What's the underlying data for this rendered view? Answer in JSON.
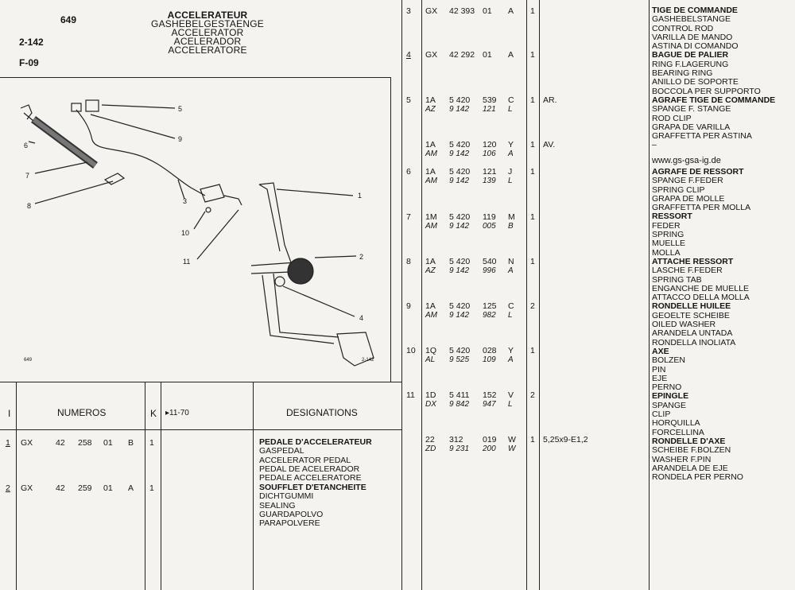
{
  "header": {
    "plate": "649",
    "group": "2-142",
    "ref": "F-09",
    "titles": [
      "ACCELERATEUR",
      "GASHEBELGESTAENGE",
      "ACCELERATOR",
      "ACELERADOR",
      "ACCELERATORE"
    ]
  },
  "diagram": {
    "callouts": [
      "1",
      "2",
      "3",
      "4",
      "5",
      "6",
      "7",
      "8",
      "9",
      "10",
      "11"
    ],
    "corner_left": "649",
    "corner_right": "2-142"
  },
  "table_header": {
    "col_i": "I",
    "col_numeros": "NUMEROS",
    "col_k": "K",
    "col_date": "▸11-70",
    "col_designations": "DESIGNATIONS"
  },
  "left_rows": [
    {
      "item": "1",
      "pref": "GX",
      "n1": "42",
      "n2": "258",
      "n3": "01",
      "letter": "B",
      "qty": "1",
      "desc": [
        "PEDALE D'ACCELERATEUR",
        "GASPEDAL",
        "ACCELERATOR PEDAL",
        "PEDAL DE ACELERADOR",
        "PEDALE ACCELERATORE"
      ]
    },
    {
      "item": "2",
      "pref": "GX",
      "n1": "42",
      "n2": "259",
      "n3": "01",
      "letter": "A",
      "qty": "1",
      "desc": [
        "SOUFFLET D'ETANCHEITE",
        "DICHTGUMMI",
        "SEALING",
        "GUARDAPOLVO",
        "PARAPOLVERE"
      ]
    }
  ],
  "right_rows": [
    {
      "item": "3",
      "a1": "GX",
      "a2": "",
      "n1": "42 393",
      "n1b": "",
      "n2": "01",
      "n2b": "",
      "l1": "A",
      "l2": "",
      "qty": "1",
      "note": ""
    },
    {
      "item": "4",
      "a1": "GX",
      "a2": "",
      "n1": "42 292",
      "n1b": "",
      "n2": "01",
      "n2b": "",
      "l1": "A",
      "l2": "",
      "qty": "1",
      "note": ""
    },
    {
      "item": "5",
      "a1": "1A",
      "a2": "AZ",
      "n1": "5 420",
      "n1b": "9 142",
      "n2": "539",
      "n2b": "121",
      "l1": "C",
      "l2": "L",
      "qty": "1",
      "note": "AR."
    },
    {
      "item": "",
      "a1": "1A",
      "a2": "AM",
      "n1": "5 420",
      "n1b": "9 142",
      "n2": "120",
      "n2b": "106",
      "l1": "Y",
      "l2": "A",
      "qty": "1",
      "note": "AV."
    },
    {
      "item": "6",
      "a1": "1A",
      "a2": "AM",
      "n1": "5 420",
      "n1b": "9 142",
      "n2": "121",
      "n2b": "139",
      "l1": "J",
      "l2": "L",
      "qty": "1",
      "note": ""
    },
    {
      "item": "7",
      "a1": "1M",
      "a2": "AM",
      "n1": "5 420",
      "n1b": "9 142",
      "n2": "119",
      "n2b": "005",
      "l1": "M",
      "l2": "B",
      "qty": "1",
      "note": ""
    },
    {
      "item": "8",
      "a1": "1A",
      "a2": "AZ",
      "n1": "5 420",
      "n1b": "9 142",
      "n2": "540",
      "n2b": "996",
      "l1": "N",
      "l2": "A",
      "qty": "1",
      "note": ""
    },
    {
      "item": "9",
      "a1": "1A",
      "a2": "AM",
      "n1": "5 420",
      "n1b": "9 142",
      "n2": "125",
      "n2b": "982",
      "l1": "C",
      "l2": "L",
      "qty": "2",
      "note": ""
    },
    {
      "item": "10",
      "a1": "1Q",
      "a2": "AL",
      "n1": "5 420",
      "n1b": "9 525",
      "n2": "028",
      "n2b": "109",
      "l1": "Y",
      "l2": "A",
      "qty": "1",
      "note": ""
    },
    {
      "item": "11",
      "a1": "1D",
      "a2": "DX",
      "n1": "5 411",
      "n1b": "9 842",
      "n2": "152",
      "n2b": "947",
      "l1": "V",
      "l2": "L",
      "qty": "2",
      "note": ""
    },
    {
      "item": "",
      "a1": "22",
      "a2": "ZD",
      "n1": "312",
      "n1b": "9 231",
      "n2": "019",
      "n2b": "200",
      "l1": "W",
      "l2": "W",
      "qty": "1",
      "note": "5,25x9-E1,2"
    }
  ],
  "right_desc": {
    "block1": [
      "TIGE DE COMMANDE",
      "GASHEBELSTANGE",
      "CONTROL ROD",
      "VARILLA DE MANDO",
      "ASTINA DI COMANDO"
    ],
    "block2": [
      "BAGUE DE PALIER",
      "RING F.LAGERUNG",
      "BEARING RING",
      "ANILLO DE SOPORTE",
      "BOCCOLA PER SUPPORTO"
    ],
    "block3": [
      "AGRAFE TIGE DE COMMANDE",
      "SPANGE F. STANGE",
      "ROD CLIP",
      "GRAPA DE VARILLA",
      "GRAFFETTA PER ASTINA"
    ],
    "dash": "–",
    "website": "www.gs-gsa-ig.de",
    "block4": [
      "AGRAFE DE RESSORT",
      "SPANGE F.FEDER",
      "SPRING CLIP",
      "GRAPA DE MOLLE",
      "GRAFFETTA PER MOLLA"
    ],
    "block5": [
      "RESSORT",
      "FEDER",
      "SPRING",
      "MUELLE",
      "MOLLA"
    ],
    "block6": [
      "ATTACHE RESSORT",
      "LASCHE F.FEDER",
      "SPRING TAB",
      "ENGANCHE DE MUELLE",
      "ATTACCO DELLA MOLLA"
    ],
    "block7": [
      "RONDELLE HUILEE",
      "GEOELTE SCHEIBE",
      "OILED WASHER",
      "ARANDELA UNTADA",
      "RONDELLA INOLIATA"
    ],
    "block8": [
      "AXE",
      "BOLZEN",
      "PIN",
      "EJE",
      "PERNO"
    ],
    "block9": [
      "EPINGLE",
      "SPANGE",
      "CLIP",
      "HORQUILLA",
      "FORCELLINA"
    ],
    "block10": [
      "RONDELLE D'AXE",
      "SCHEIBE F.BOLZEN",
      "WASHER F.PIN",
      "ARANDELA DE EJE",
      "RONDELA PER PERNO"
    ]
  }
}
